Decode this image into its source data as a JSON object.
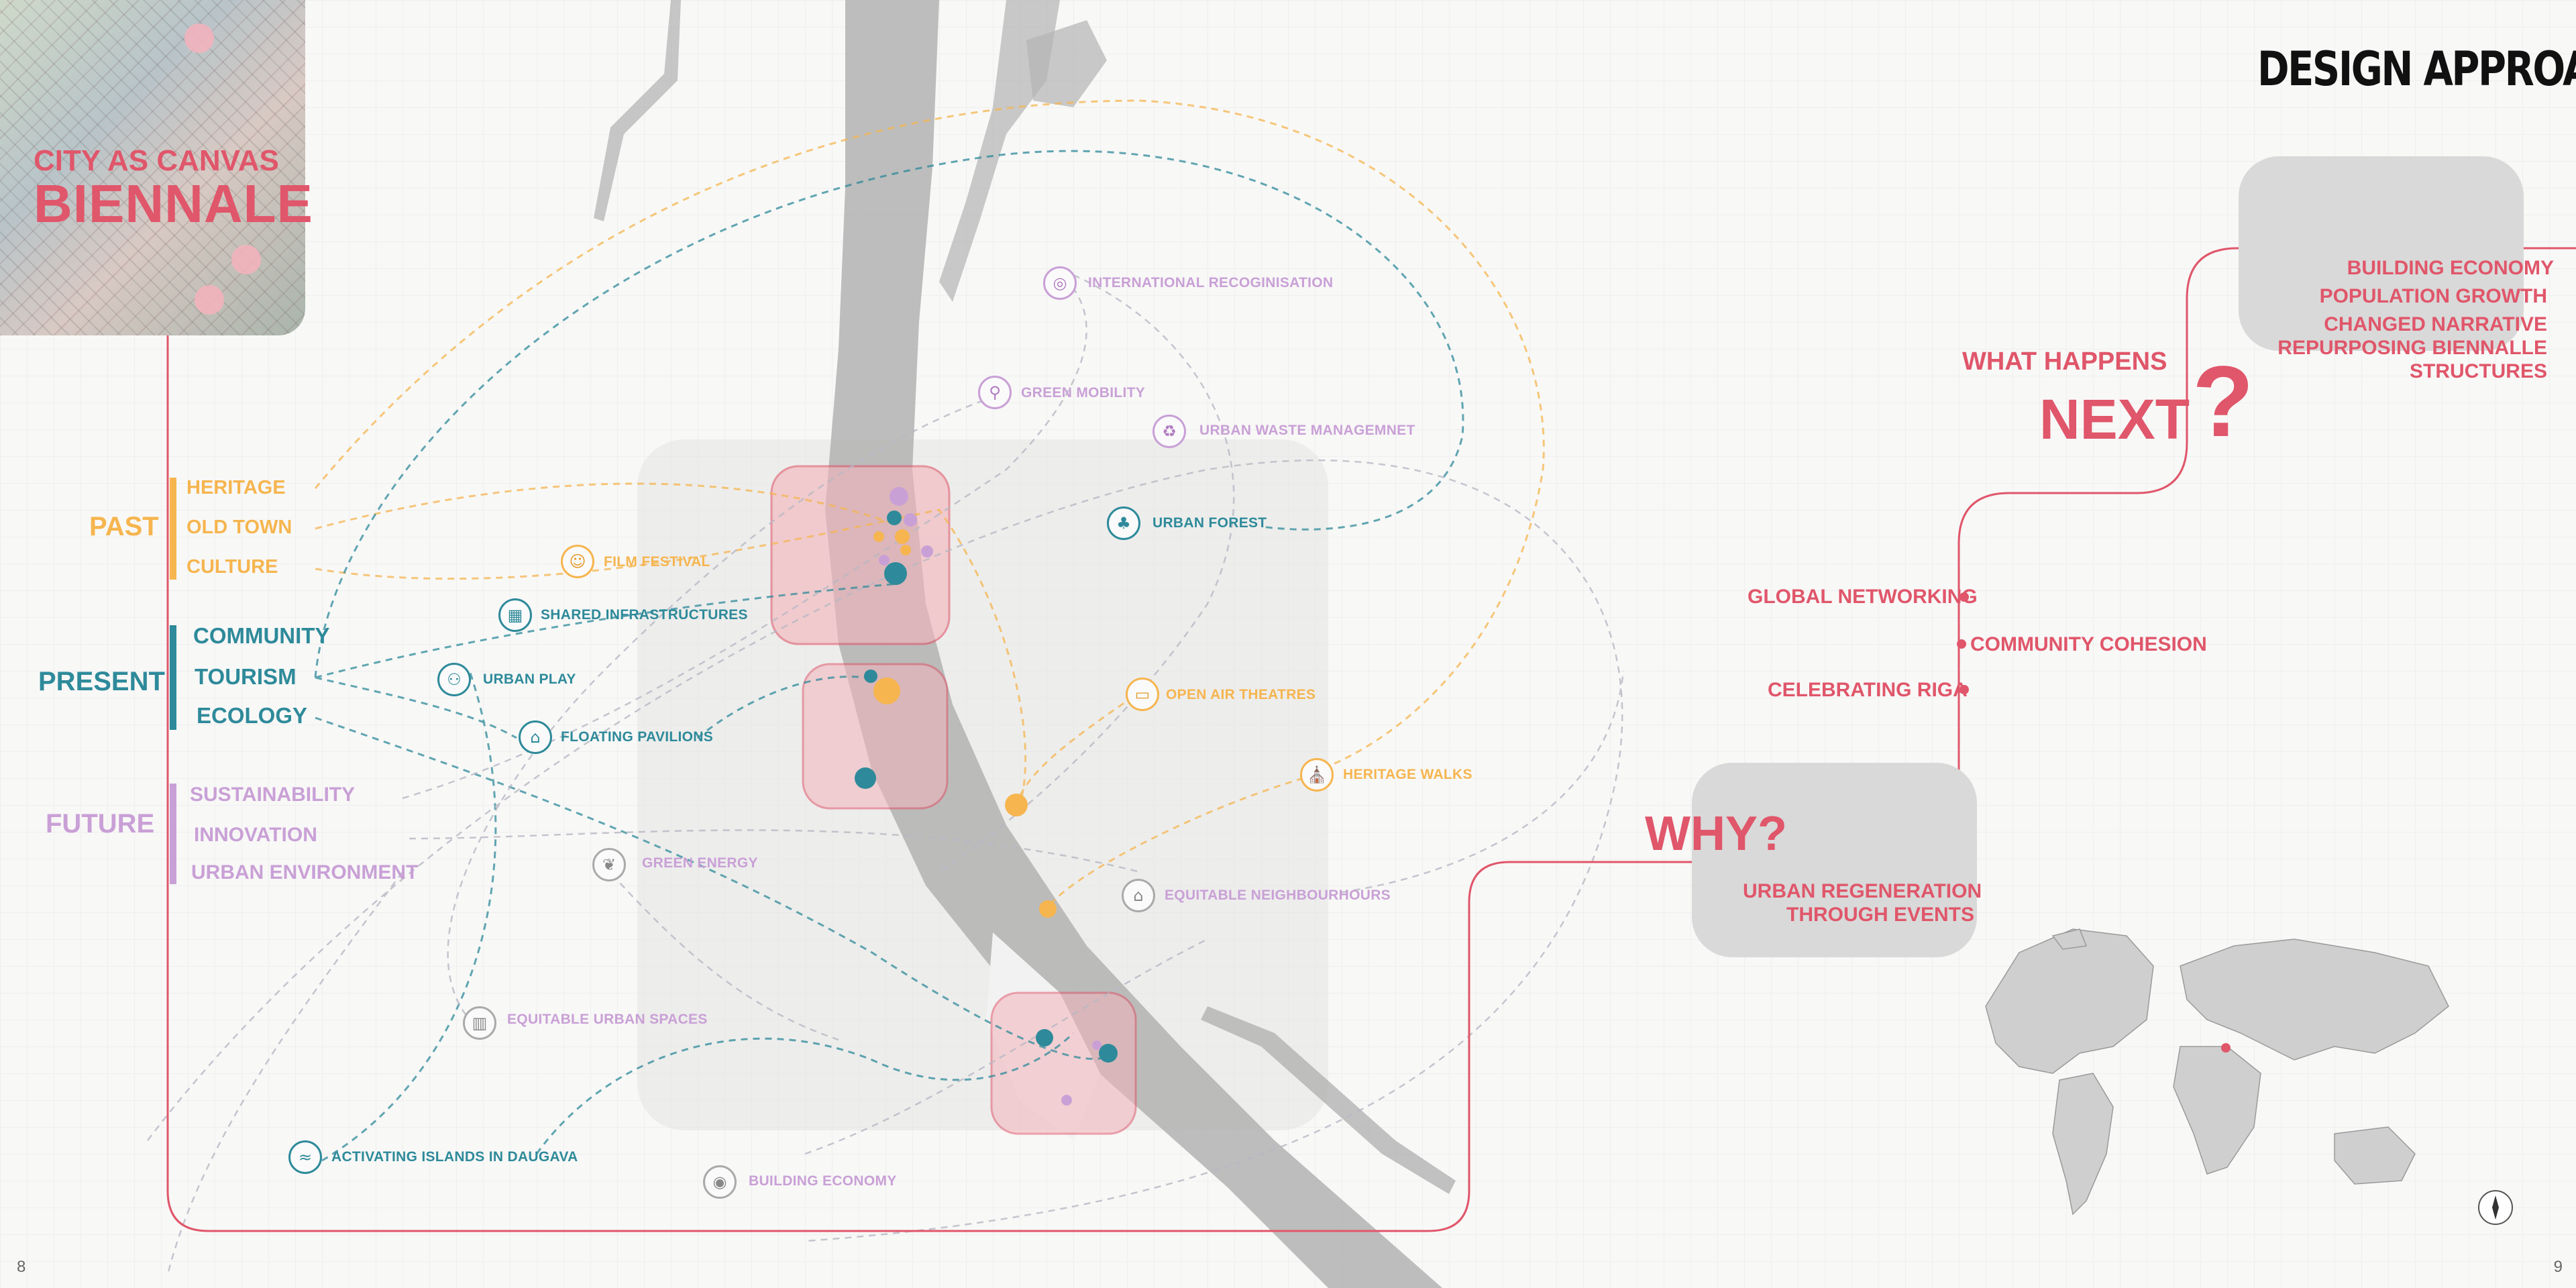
{
  "title": {
    "line1": "CITY AS CANVAS",
    "line2": "BIENNALE"
  },
  "header": {
    "design_approach": "DESIGN APPROACH"
  },
  "timeline": {
    "past": {
      "label": "PAST",
      "items": [
        "HERITAGE",
        "OLD TOWN",
        "CULTURE"
      ]
    },
    "present": {
      "label": "PRESENT",
      "items": [
        "COMMUNITY",
        "TOURISM",
        "ECOLOGY"
      ]
    },
    "future": {
      "label": "FUTURE",
      "items": [
        "SUSTAINABILITY",
        "INNOVATION",
        "URBAN ENVIRONMENT"
      ]
    }
  },
  "nodes": {
    "international": "INTERNATIONAL RECOGINISATION",
    "green_mobility": "GREEN MOBILITY",
    "urban_waste": "URBAN WASTE MANAGEMNET",
    "urban_forest": "URBAN FOREST",
    "film_festival": "FILM FESTIVAL",
    "shared_infra": "SHARED INFRASTRUCTURES",
    "urban_play": "URBAN PLAY",
    "floating_pavilions": "FLOATING PAVILIONS",
    "open_air_theatres": "OPEN AIR THEATRES",
    "heritage_walks": "HERITAGE WALKS",
    "green_energy": "GREEN ENERGY",
    "equitable_neighbourhoods": "EQUITABLE NEIGHBOURHOURS",
    "equitable_urban_spaces": "EQUITABLE URBAN SPACES",
    "activating_islands": "ACTIVATING ISLANDS IN DAUGAVA",
    "building_economy": "BUILDING ECONOMY"
  },
  "why": {
    "label": "WHY?",
    "answer_line1": "URBAN REGENERATION",
    "answer_line2": "THROUGH EVENTS",
    "points": [
      "GLOBAL NETWORKING",
      "COMMUNITY COHESION",
      "CELEBRATING RIGA"
    ]
  },
  "next": {
    "question": "WHAT HAPPENS",
    "big": "NEXT",
    "mark": "?",
    "outcomes": [
      "BUILDING ECONOMY",
      "POPULATION GROWTH",
      "CHANGED NARRATIVE",
      "REPURPOSING BIENNALLE",
      "STRUCTURES"
    ]
  },
  "page_numbers": {
    "left": "8",
    "right": "9"
  },
  "colors": {
    "red": "#e0566a",
    "orange": "#f6b54f",
    "teal": "#2e8a9a",
    "lilac": "#c9a0d6",
    "grey": "#d9d9d9"
  },
  "icons": {
    "international": "globe-icon",
    "green_mobility": "bicycle-icon",
    "urban_waste": "recycle-icon",
    "urban_forest": "tree-icon",
    "film_festival": "theatre-masks-icon",
    "shared_infra": "building-icon",
    "urban_play": "people-icon",
    "floating_pavilions": "pavilion-icon",
    "open_air_theatres": "stage-icon",
    "heritage_walks": "cathedral-icon",
    "green_energy": "leaf-icon",
    "equitable_neighbourhoods": "houses-icon",
    "equitable_urban_spaces": "city-icon",
    "activating_islands": "island-icon",
    "building_economy": "coin-icon"
  }
}
